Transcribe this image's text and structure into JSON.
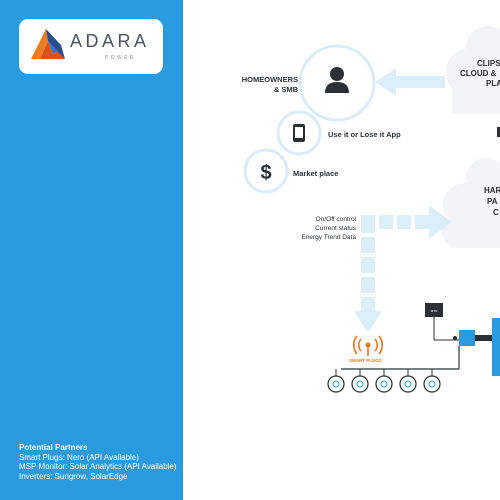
{
  "logo": {
    "wordmark": "ADARA",
    "tagline": "POWER"
  },
  "diagram": {
    "homeowners_label": "HOMEOWNERS\n& SMB",
    "app_label": "Use it or Lose it App",
    "marketplace_label": "Market place",
    "cloud_top_lines": [
      "CLIPS",
      "CLOUD &",
      "PLA"
    ],
    "cloud_mid_lines": [
      "HAR",
      "PA",
      "C"
    ],
    "control_lines": [
      "On/Off control",
      "Current status",
      "Energy Trend Data"
    ],
    "smart_plugs_label": "SMART PLUGS",
    "dollar_glyph": "$"
  },
  "partners": {
    "heading": "Potential Partners",
    "lines": [
      "Smart Plugs: Nero (API Available)",
      "MSP Monitor: Solar Analytics (API Available)",
      "Inverters: Sungrow, SolarEdge"
    ]
  },
  "colors": {
    "sidebar": "#2b9be0",
    "accent_blue": "#2b9be0",
    "light_circle": "#d9ecf8",
    "arrow_fill": "#dceefa",
    "cloud": "#f2f4f6",
    "dark": "#2c3035",
    "wifi_orange": "#e8761e"
  }
}
